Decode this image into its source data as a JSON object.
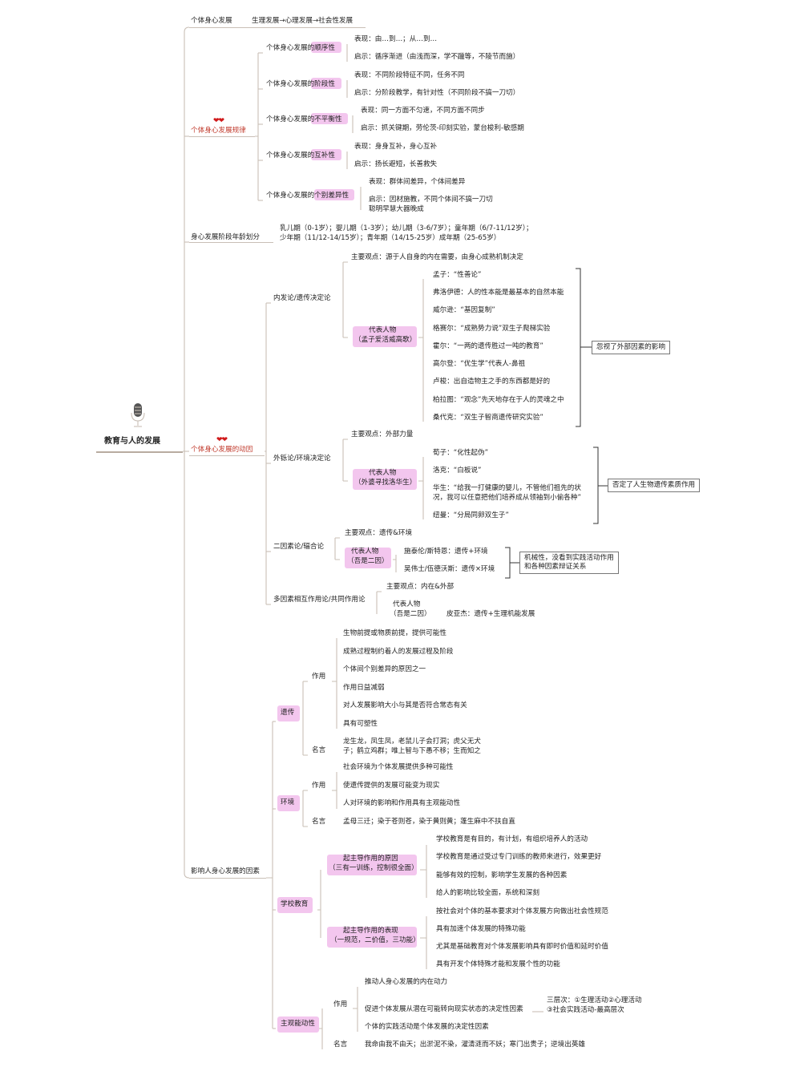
{
  "root": {
    "title": "教育与人的发展",
    "icon": "microphone-icon"
  },
  "level1": {
    "development": "个体身心发展",
    "laws": "个体身心发展规律",
    "stages": "身心发展阶段年龄划分",
    "motivation": "个体身心发展的动因",
    "factors": "影响人身心发展的因素"
  },
  "development_text": "生理发展→心理发展→社会性发展",
  "laws": [
    {
      "name": "个体身心发展的顺序性",
      "items": [
        "表现：由…到…；从…到…",
        "启示：循序渐进（由浅而深，学不躐等，不陵节而施）"
      ]
    },
    {
      "name": "个体身心发展的阶段性",
      "items": [
        "表现：不同阶段特征不同，任务不同",
        "启示：分阶段教学，有针对性（不同阶段不搞一刀切）"
      ]
    },
    {
      "name": "个体身心发展的不平衡性",
      "items": [
        "表现：同一方面不匀速，不同方面不同步",
        "启示：抓关键期，劳伦茨-印刻实验，蒙台梭利-敏感期"
      ]
    },
    {
      "name": "个体身心发展的互补性",
      "items": [
        "表现：身身互补，身心互补",
        "启示：扬长避短，长善救失"
      ]
    },
    {
      "name": "个体身心发展的个别差异性",
      "items": [
        "表现：群体间差异，个体间差异",
        "启示：因材施教，不同个体间不搞一刀切",
        "聪明早慧大器晚成"
      ]
    }
  ],
  "stages_text": [
    "乳儿期（0-1岁）；婴儿期（1-3岁）；幼儿期（3-6/7岁）；童年期（6/7-11/12岁）；",
    "少年期（11/12-14/15岁）；青年期（14/15-25岁）成年期（25-65岁）"
  ],
  "motivation": {
    "inner": {
      "name": "内发论/遗传决定论",
      "main_view": "主要观点：源于人自身的内在需要，由身心成熟机制决定",
      "rep_label": "代表人物",
      "rep_sub": "（孟子爱活威高歌）",
      "people": [
        "孟子：“性善论”",
        "弗洛伊德：人的性本能是最基本的自然本能",
        "威尔逊：“基因复制”",
        "格赛尔：“成熟势力说”双生子爬梯实验",
        "霍尔：“一两的遗传胜过一吨的教育”",
        "高尔登：“优生学”代表人-鼻祖",
        "卢梭：出自造物主之手的东西都是好的",
        "柏拉图：“观念”先天地存在于人的灵魂之中",
        "桑代克：“双生子智商遗传研究实验”"
      ],
      "summary": "忽视了外部因素的影响"
    },
    "outer": {
      "name": "外铄论/环境决定论",
      "main_view": "主要观点：外部力量",
      "rep_label": "代表人物",
      "rep_sub": "（外婆寻找洛华生）",
      "people": [
        "荀子：“化性起伪”",
        "洛克：“白板说”",
        "华生：“给我一打健康的婴儿，不管他们祖先的状",
        "况，我可以任意把他们培养成从领袖到小偷各种”",
        "纽曼：“分局同卵双生子”"
      ],
      "summary": "否定了人生物遗传素质作用"
    },
    "two_factor": {
      "name": "二因素论/辐合论",
      "main_view": "主要观点：遗传&环境",
      "rep_label": "代表人物",
      "rep_sub": "（吾是二因）",
      "people": [
        "施泰伦/斯特恩：遗传+环境",
        "吴伟士/伍德沃斯：遗传×环境"
      ],
      "summary": [
        "机械性，没看到实践活动作用",
        "和各种因素辩证关系"
      ]
    },
    "multi": {
      "name": "多因素相互作用论/共同作用论",
      "main_view": "主要观点：内在&外部",
      "rep_label": "代表人物",
      "rep_sub": "（吾是二因）",
      "person": "皮亚杰：遗传+生理机能发展"
    }
  },
  "factors": {
    "heredity": {
      "name": "遗传",
      "role_label": "作用",
      "roles": [
        "生物前提或物质前提，提供可能性",
        "成熟过程制约着人的发展过程及阶段",
        "个体间个别差异的原因之一",
        "作用日益减弱",
        "对人发展影响大小与其是否符合常态有关",
        "具有可塑性"
      ],
      "saying_label": "名言",
      "sayings": [
        "龙生龙，凤生凤，老鼠儿子会打洞；虎父无犬",
        "子；鹤立鸡群；唯上智与下愚不移；生而知之"
      ]
    },
    "environment": {
      "name": "环境",
      "role_label": "作用",
      "roles": [
        "社会环境为个体发展提供多种可能性",
        "使遗传提供的发展可能变为现实",
        "人对环境的影响和作用具有主观能动性"
      ],
      "saying_label": "名言",
      "saying": "孟母三迁；染于苍则苍，染于黄则黄；蓬生麻中不扶自直"
    },
    "school": {
      "name": "学校教育",
      "reason_label": "起主导作用的原因",
      "reason_sub": "（三有一训练，控制很全面）",
      "reasons": [
        "学校教育是有目的，有计划，有组织培养人的活动",
        "学校教育是通过受过专门训练的教师来进行，效果更好",
        "能够有效的控制，影响学生发展的各种因素",
        "给人的影响比较全面，系统和深刻"
      ],
      "show_label": "起主导作用的表现",
      "show_sub": "（一规范，二价值，三功能）",
      "shows": [
        "按社会对个体的基本要求对个体发展方向做出社会性规范",
        "具有加速个体发展的特殊功能",
        "尤其是基础教育对个体发展影响具有即时价值和延时价值",
        "具有开发个体特殊才能和发展个性的功能"
      ]
    },
    "subjective": {
      "name": "主观能动性",
      "role_label": "作用",
      "roles": [
        "推动人身心发展的内在动力",
        "促进个体发展从潜在可能转向现实状态的决定性因素",
        "个体的实践活动是个体发展的决定性因素"
      ],
      "levels": [
        "三层次：①生理活动②心理活动",
        "③社会实践活动-最高层次"
      ],
      "saying_label": "名言",
      "saying": "我命由我不由天；出淤泥不染，濯清涟而不妖；寒门出贵子；逆境出英雄"
    }
  }
}
